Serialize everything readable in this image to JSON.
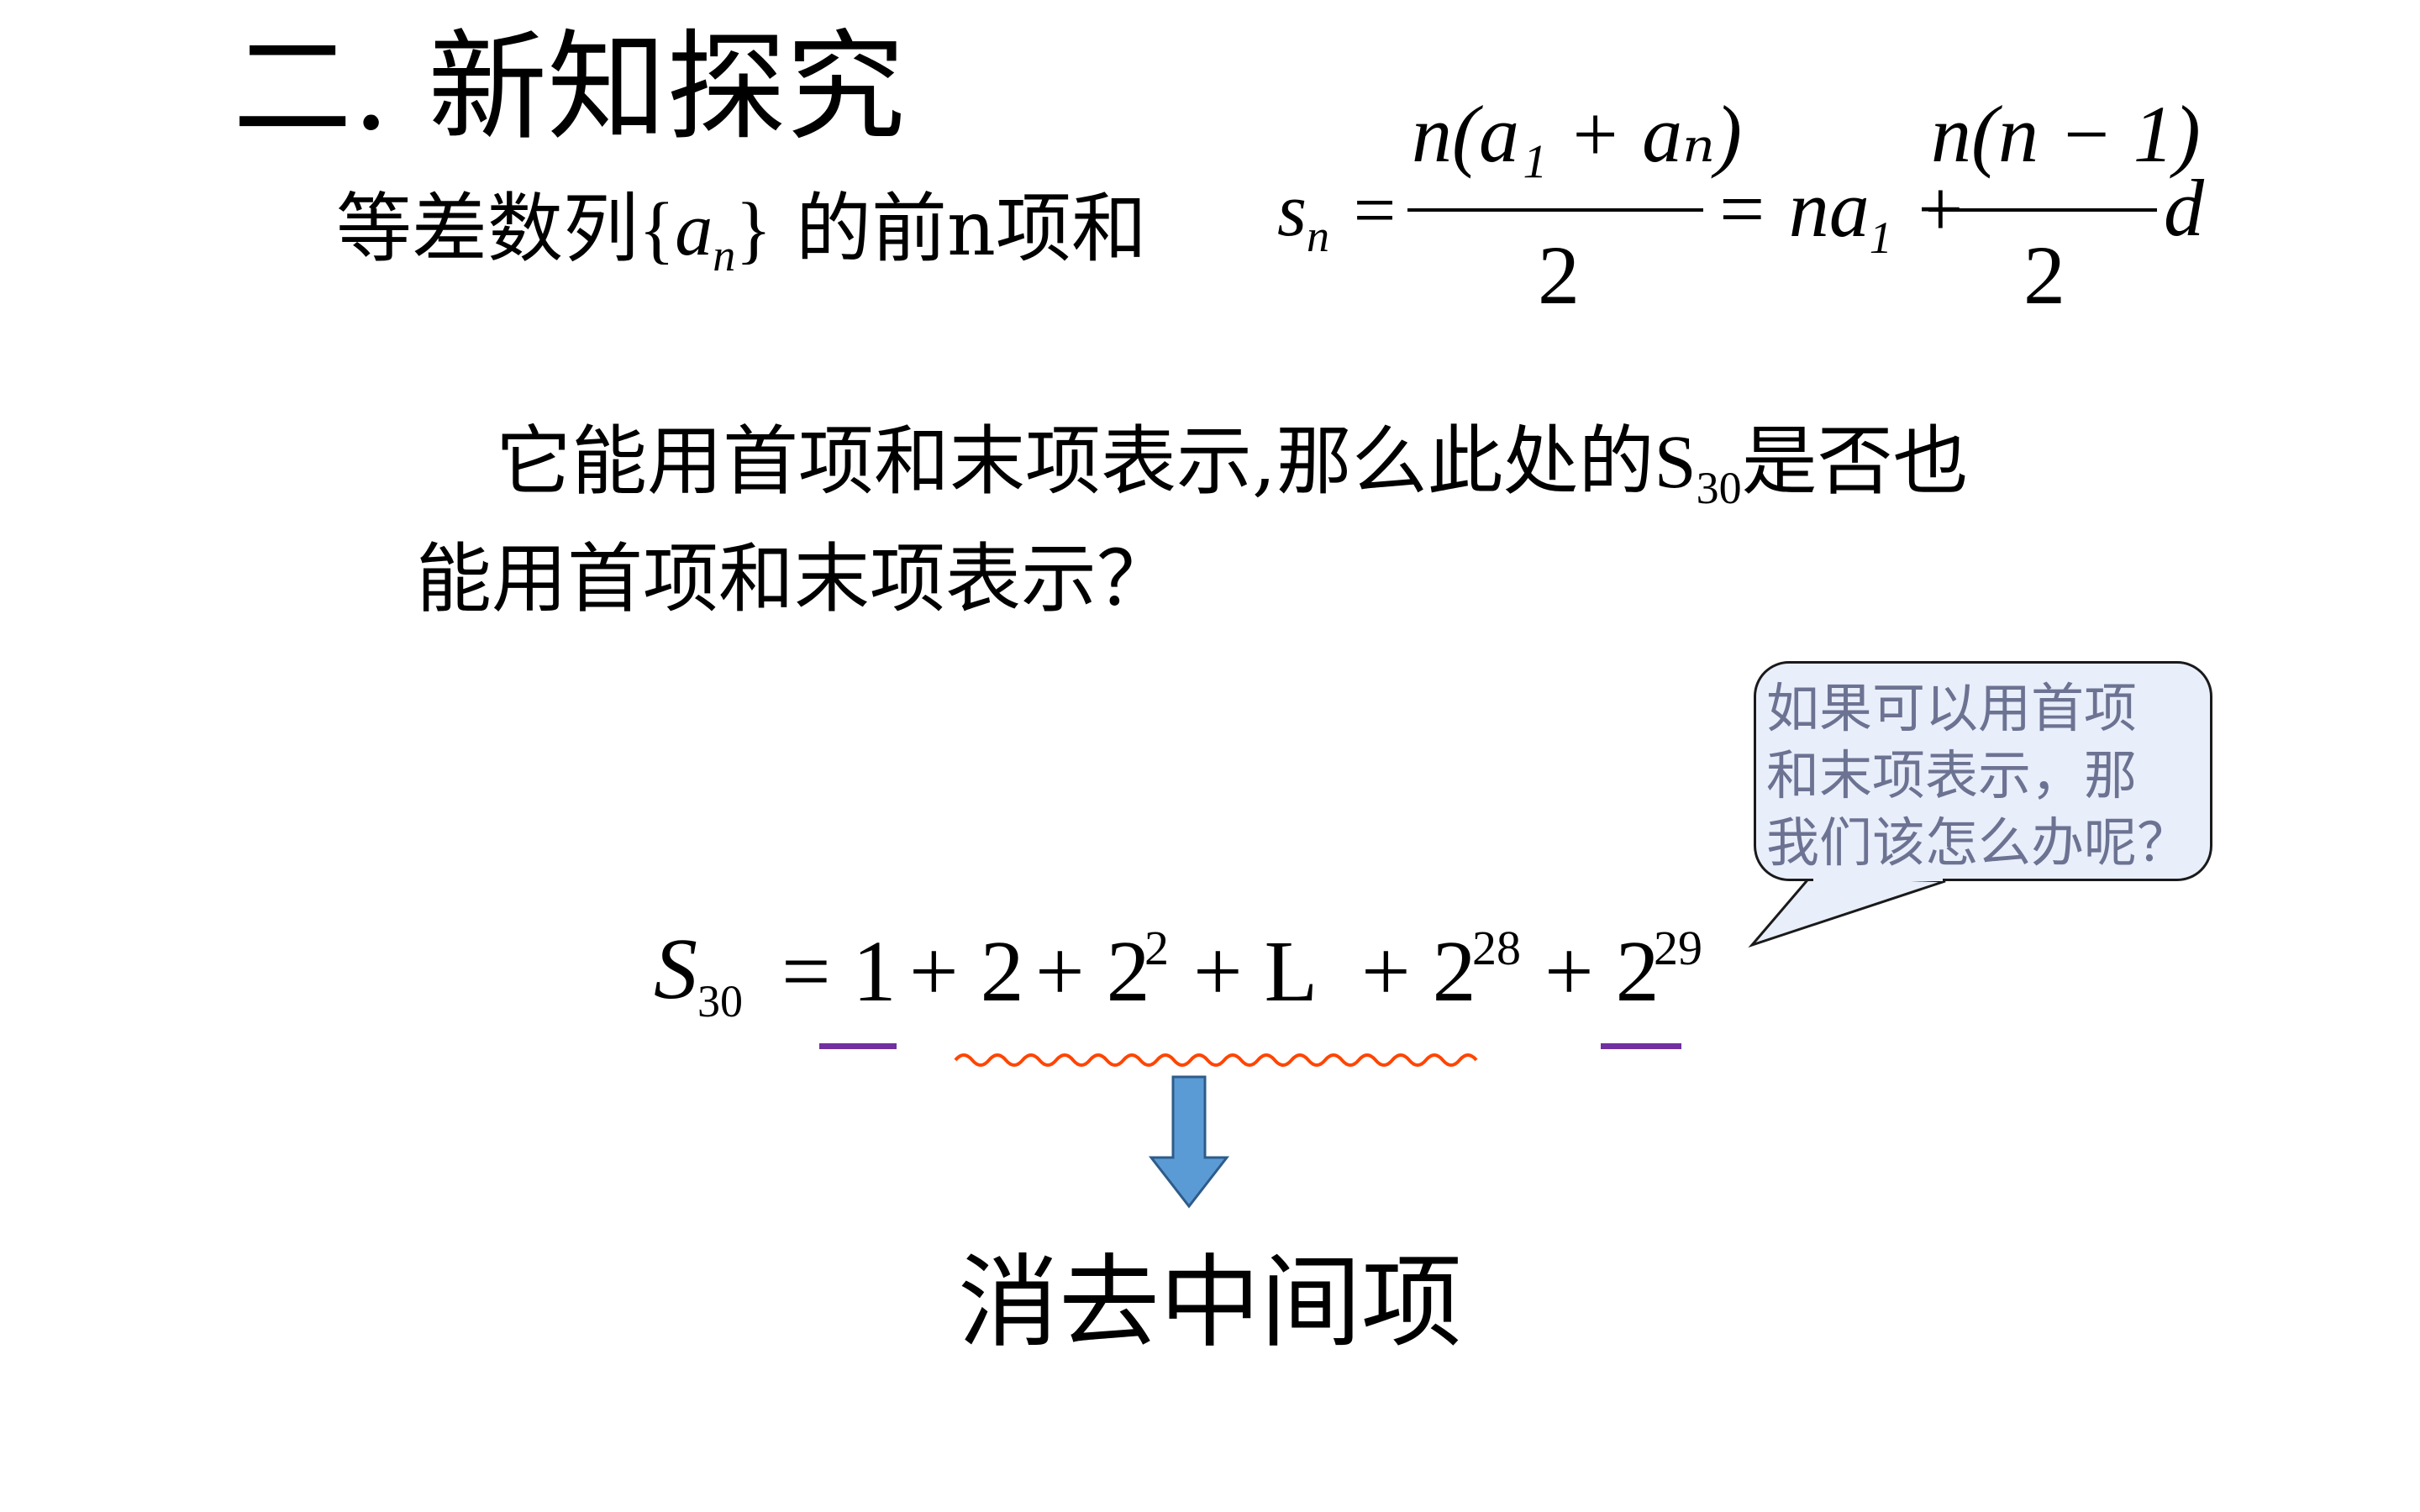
{
  "section_title": "二. 新知探究",
  "formula_line": {
    "prefix": "等差数列",
    "seq_var": "a",
    "seq_sub": "n",
    "suffix": "的前n项和",
    "lhs": "s",
    "lhs_sub": "n",
    "frac1_num": "n(a₁ + aₙ)",
    "frac_den": "2",
    "mid": "= na",
    "mid_sub": "1",
    "frac2_num": "n(n − 1)",
    "tail": "d"
  },
  "question": {
    "line1": "它能用首项和末项表示,那么此处的",
    "symbol": "S",
    "symbol_sub": "30",
    "line1_end": "是否也",
    "line2": "能用首项和末项表示？"
  },
  "callout": {
    "lines": [
      "如果可以用首项",
      "和末项表示，那",
      "我们该怎么办呢？"
    ]
  },
  "sum_expression": {
    "lhs": "S",
    "lhs_sub": "30",
    "terms": [
      "= 1",
      "+ 2",
      "+ 2",
      "+ L",
      "+ 2",
      "+ 2"
    ],
    "exponents": [
      "2",
      "28",
      "29"
    ]
  },
  "conclusion": "消去中间项",
  "colors": {
    "underline_first_last": "#7030a0",
    "wavy_middle": "#ff4500",
    "arrow_fill": "#5b9bd5",
    "arrow_stroke": "#2e5c8a",
    "callout_fill": "#e9eefb",
    "callout_text": "#6c7392"
  }
}
